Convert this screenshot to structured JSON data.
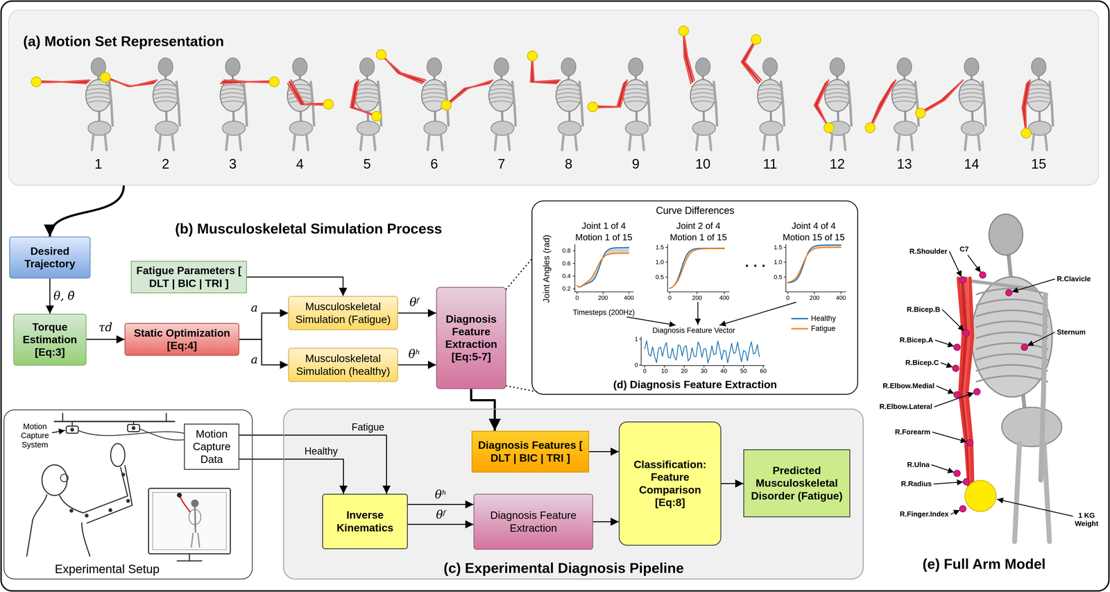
{
  "diagram": {
    "nodes": [
      {
        "text": [
          "(a) Motion Set Representation"
        ]
      },
      {
        "text": [
          "Desired Trajectory"
        ]
      },
      {
        "text": [
          "Fatigue Parameters [ DLT | BIC | TRI ]"
        ]
      },
      {
        "text": [
          "Torque Estimation [Eq:3]"
        ]
      },
      {
        "text": [
          "Static Optimization [Eq:4]"
        ]
      },
      {
        "text": [
          "Musculoskeletal Simulation (Fatigue)"
        ]
      },
      {
        "text": [
          "Musculoskeletal Simulation (healthy)"
        ]
      },
      {
        "text": [
          "Diagnosis Feature Extraction [Eq:5-7]"
        ]
      },
      {
        "text": [
          "Curve Differences",
          "(d) Diagnosis Feature Extraction"
        ]
      },
      {
        "text": [
          "Experimental Setup"
        ]
      },
      {
        "text": [
          "Motion Capture Data"
        ],
        "in": 9
      },
      {
        "text": [
          "(c) Experimental Diagnosis Pipeline"
        ]
      },
      {
        "text": [
          "Diagnosis Features [ DLT | BIC | TRI ]"
        ],
        "in": 11
      },
      {
        "text": [
          "Inverse Kinematics"
        ],
        "in": 11
      },
      {
        "text": [
          "Diagnosis Feature Extraction"
        ],
        "in": 11
      },
      {
        "text": [
          "Classification: Feature Comparison [Eq:8]"
        ],
        "in": 11
      },
      {
        "text": [
          "Predicted Musculoskeletal Disorder (Fatigue)"
        ],
        "in": 11
      }
    ],
    "edges": [
      {
        "from": 0,
        "to": 1,
        "arrow": "to"
      },
      {
        "from": 1,
        "to": 3,
        "arrow": "to",
        "label": "θ, θ̇"
      },
      {
        "from": 3,
        "to": 4,
        "arrow": "to",
        "label": "τd"
      },
      {
        "from": 4,
        "to": 5,
        "arrow": "to",
        "label": "a"
      },
      {
        "from": 4,
        "to": 6,
        "arrow": "to",
        "label": "a"
      },
      {
        "from": 2,
        "to": 5,
        "arrow": "to"
      },
      {
        "from": 5,
        "to": 7,
        "arrow": "to",
        "label": "θᶠ"
      },
      {
        "from": 6,
        "to": 7,
        "arrow": "to",
        "label": "θʰ"
      },
      {
        "from": 7,
        "to": 8,
        "arrow": "none"
      },
      {
        "from": 7,
        "to": 8,
        "arrow": "none"
      },
      {
        "from": 7,
        "to": 12,
        "arrow": "to"
      },
      {
        "from": 10,
        "to": 13,
        "arrow": "to",
        "label": "Fatigue"
      },
      {
        "from": 10,
        "to": 13,
        "arrow": "to",
        "label": "Healthy"
      },
      {
        "from": 13,
        "to": 14,
        "arrow": "to",
        "label": "θʰ"
      },
      {
        "from": 13,
        "to": 14,
        "arrow": "to",
        "label": "θᶠ"
      },
      {
        "from": 12,
        "to": 15,
        "arrow": "to"
      },
      {
        "from": 14,
        "to": 15,
        "arrow": "to"
      },
      {
        "from": 15,
        "to": 16,
        "arrow": "to"
      }
    ],
    "labels": [
      "(b) Musculoskeletal Simulation Process",
      "1",
      "2",
      "3",
      "4",
      "5",
      "6",
      "7",
      "8",
      "9",
      "10",
      "11",
      "12",
      "13",
      "14",
      "15",
      "Joint 1 of 4",
      "Motion 1 of 15",
      "Joint 2 of 4",
      "Motion 1 of 15",
      "Joint 4 of 4",
      "Motion 15 of 15",
      "Joint Angles (rad)",
      "0.8",
      "0.6",
      "0.4",
      "0.2",
      "0",
      "200",
      "400",
      "1.5",
      "1.0",
      "0.5",
      "0",
      "200",
      "400",
      "1.5",
      "1.0",
      "0.5",
      "0",
      "200",
      "400",
      "Timesteps (200Hz)",
      "· · ·",
      "Diagnosis Feature Vector",
      "1",
      "0",
      "0",
      "10",
      "20",
      "30",
      "40",
      "50",
      "60",
      "Motion Capture System",
      "(e) Full Arm Model",
      "R.Shoulder",
      "C7",
      "R.Clavicle",
      "R.Bicep.B",
      "Sternum",
      "R.Bicep.A",
      "R.Bicep.C",
      "R.Elbow.Medial",
      "R.Elbow.Lateral",
      "R.Forearm",
      "R.Ulna",
      "R.Radius",
      "R.Finger.Index",
      "1 KG Weight"
    ],
    "legend": [
      {
        "text": "Healthy"
      },
      {
        "text": "Fatigue"
      }
    ]
  }
}
